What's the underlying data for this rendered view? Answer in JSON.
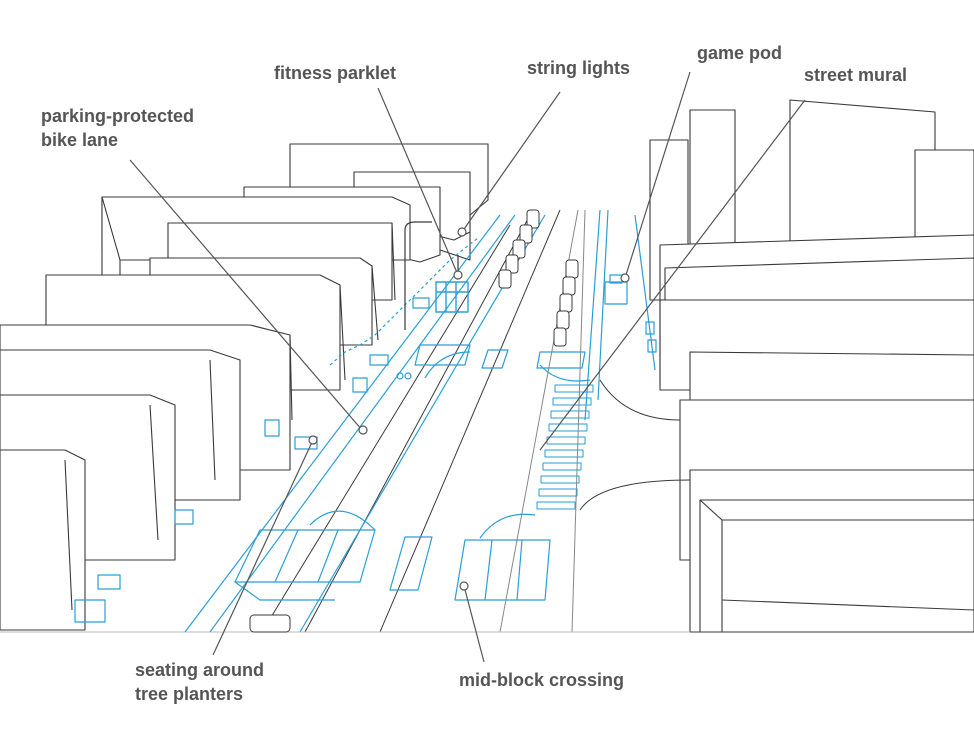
{
  "labels": {
    "fitness_parklet": "fitness parklet",
    "string_lights": "string lights",
    "game_pod": "game pod",
    "street_mural": "street mural",
    "bike_lane_line1": "parking-protected",
    "bike_lane_line2": "bike lane",
    "seating_line1": "seating around",
    "seating_line2": "tree planters",
    "mid_block_crossing": "mid-block crossing"
  },
  "colors": {
    "accent": "#2a9fd6",
    "building_line": "#3a3a3a",
    "label_text": "#555555",
    "leader_line": "#555555"
  }
}
